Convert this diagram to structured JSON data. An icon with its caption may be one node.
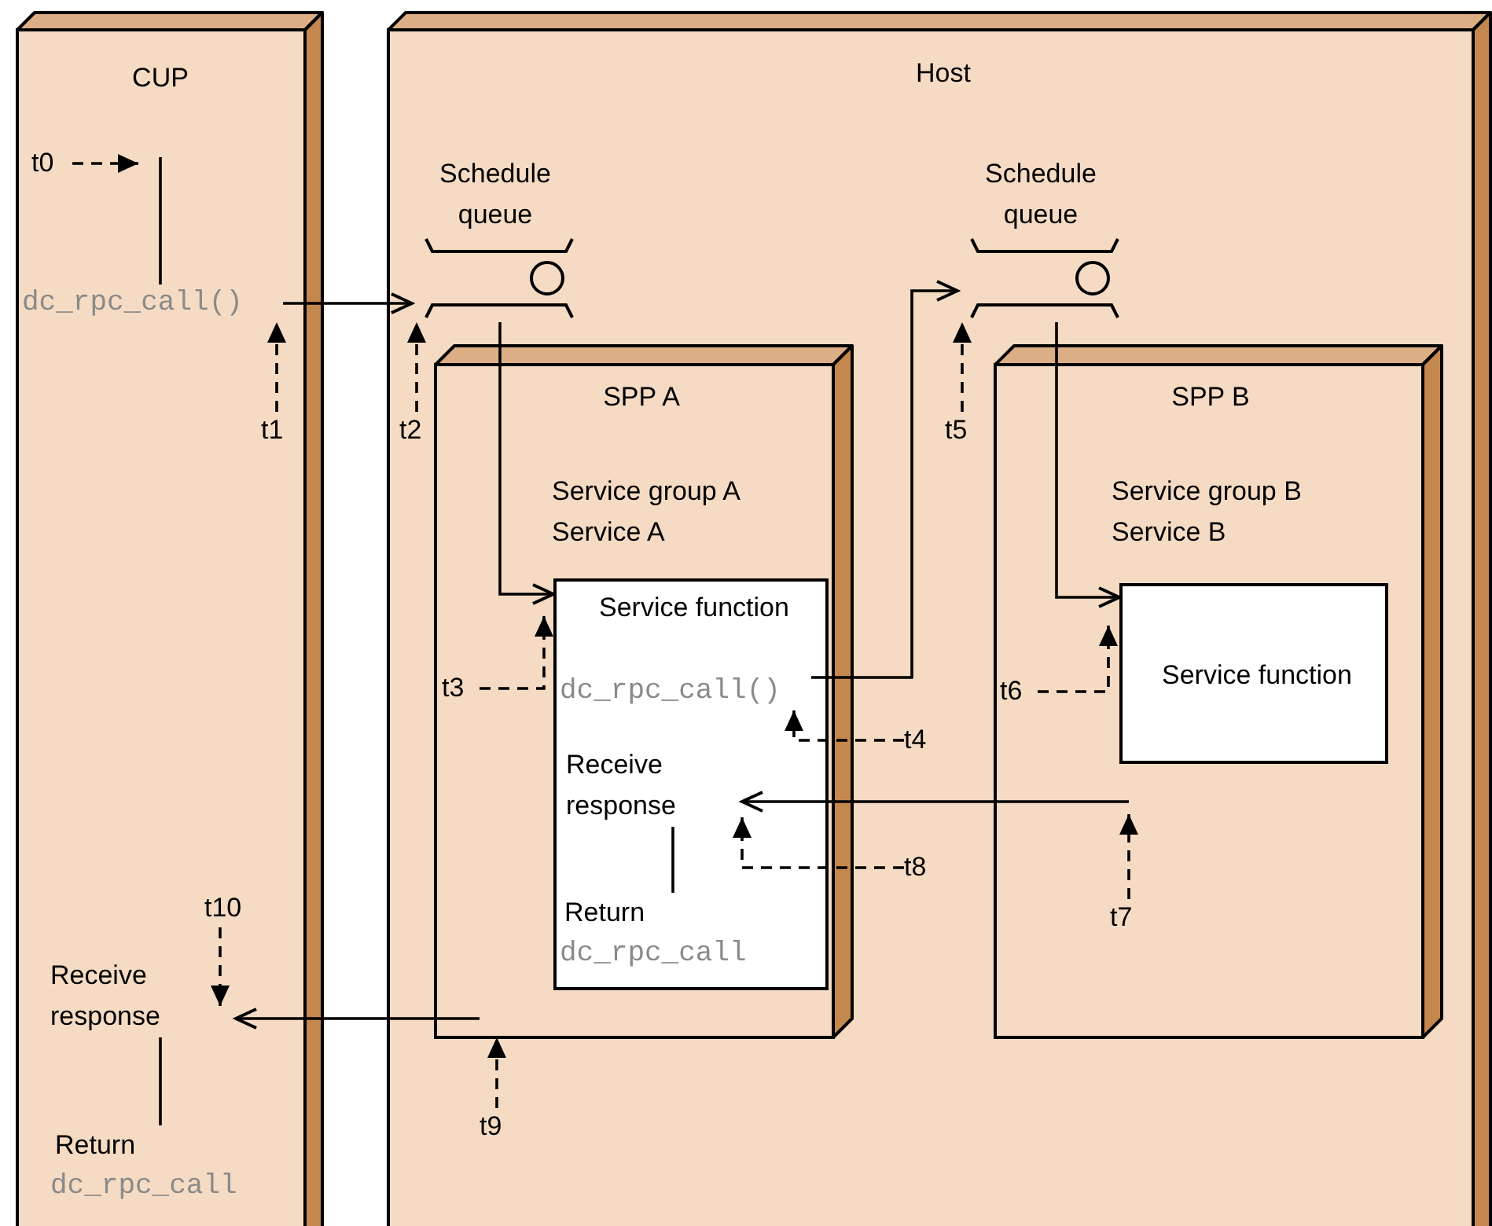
{
  "diagram": {
    "nodes": [
      {
        "text": [
          "CUP"
        ]
      },
      {
        "text": [
          "t0"
        ],
        "in": 0
      },
      {
        "text": [
          "dc_rpc_call()"
        ],
        "in": 0
      },
      {
        "text": [
          "t1"
        ],
        "in": 0
      },
      {
        "text": [
          "t10"
        ],
        "in": 0
      },
      {
        "text": [
          "Receive response"
        ],
        "in": 0
      },
      {
        "text": [
          "Return",
          "dc_rpc_call"
        ],
        "in": 0
      },
      {
        "text": [
          "Host"
        ]
      },
      {
        "text": [
          "Schedule queue"
        ],
        "in": 7
      },
      {
        "text": [
          "t2"
        ],
        "in": 7
      },
      {
        "text": [
          "SPP A",
          "Service group A Service A"
        ],
        "in": 7
      },
      {
        "text": [
          "Service function"
        ],
        "in": 10
      },
      {
        "text": [
          "dc_rpc_call()"
        ],
        "in": 11
      },
      {
        "text": [
          "Receive response"
        ],
        "in": 11
      },
      {
        "text": [
          "Return",
          "dc_rpc_call"
        ],
        "in": 11
      },
      {
        "text": [
          "t3"
        ],
        "in": 10
      },
      {
        "text": [
          "t4"
        ],
        "in": 7
      },
      {
        "text": [
          "t8"
        ],
        "in": 7
      },
      {
        "text": [
          "t9"
        ],
        "in": 7
      },
      {
        "text": [
          "Schedule queue"
        ],
        "in": 7
      },
      {
        "text": [
          "t5"
        ],
        "in": 7
      },
      {
        "text": [
          "SPP B",
          "Service group B Service B"
        ],
        "in": 7
      },
      {
        "text": [
          "Service function"
        ],
        "in": 21
      },
      {
        "text": [
          "t6"
        ],
        "in": 21
      },
      {
        "text": [
          "t7"
        ],
        "in": 21
      }
    ],
    "edges": [
      {
        "from": null,
        "to": 2,
        "arrow": "none"
      },
      {
        "from": 1,
        "to": null,
        "arrow": "to",
        "style": "dashed"
      },
      {
        "from": 3,
        "to": 2,
        "arrow": "to",
        "style": "dashed"
      },
      {
        "from": 2,
        "to": 8,
        "arrow": "to"
      },
      {
        "from": 9,
        "to": 8,
        "arrow": "to",
        "style": "dashed"
      },
      {
        "from": 8,
        "to": 11,
        "arrow": "to"
      },
      {
        "from": 15,
        "to": 11,
        "arrow": "to",
        "style": "dashed"
      },
      {
        "from": 12,
        "to": 19,
        "arrow": "to"
      },
      {
        "from": 16,
        "to": 12,
        "arrow": "to",
        "style": "dashed"
      },
      {
        "from": 20,
        "to": 19,
        "arrow": "to",
        "style": "dashed"
      },
      {
        "from": 19,
        "to": 22,
        "arrow": "to"
      },
      {
        "from": 23,
        "to": 22,
        "arrow": "to",
        "style": "dashed"
      },
      {
        "from": null,
        "to": 13,
        "arrow": "to"
      },
      {
        "from": 24,
        "to": null,
        "arrow": "to",
        "style": "dashed"
      },
      {
        "from": 17,
        "to": null,
        "arrow": "to",
        "style": "dashed"
      },
      {
        "from": 13,
        "to": 14,
        "arrow": "none"
      },
      {
        "from": 10,
        "to": 5,
        "arrow": "to"
      },
      {
        "from": 18,
        "to": 10,
        "arrow": "to",
        "style": "dashed"
      },
      {
        "from": 4,
        "to": null,
        "arrow": "to",
        "style": "dashed"
      },
      {
        "from": 5,
        "to": 6,
        "arrow": "none"
      }
    ]
  }
}
